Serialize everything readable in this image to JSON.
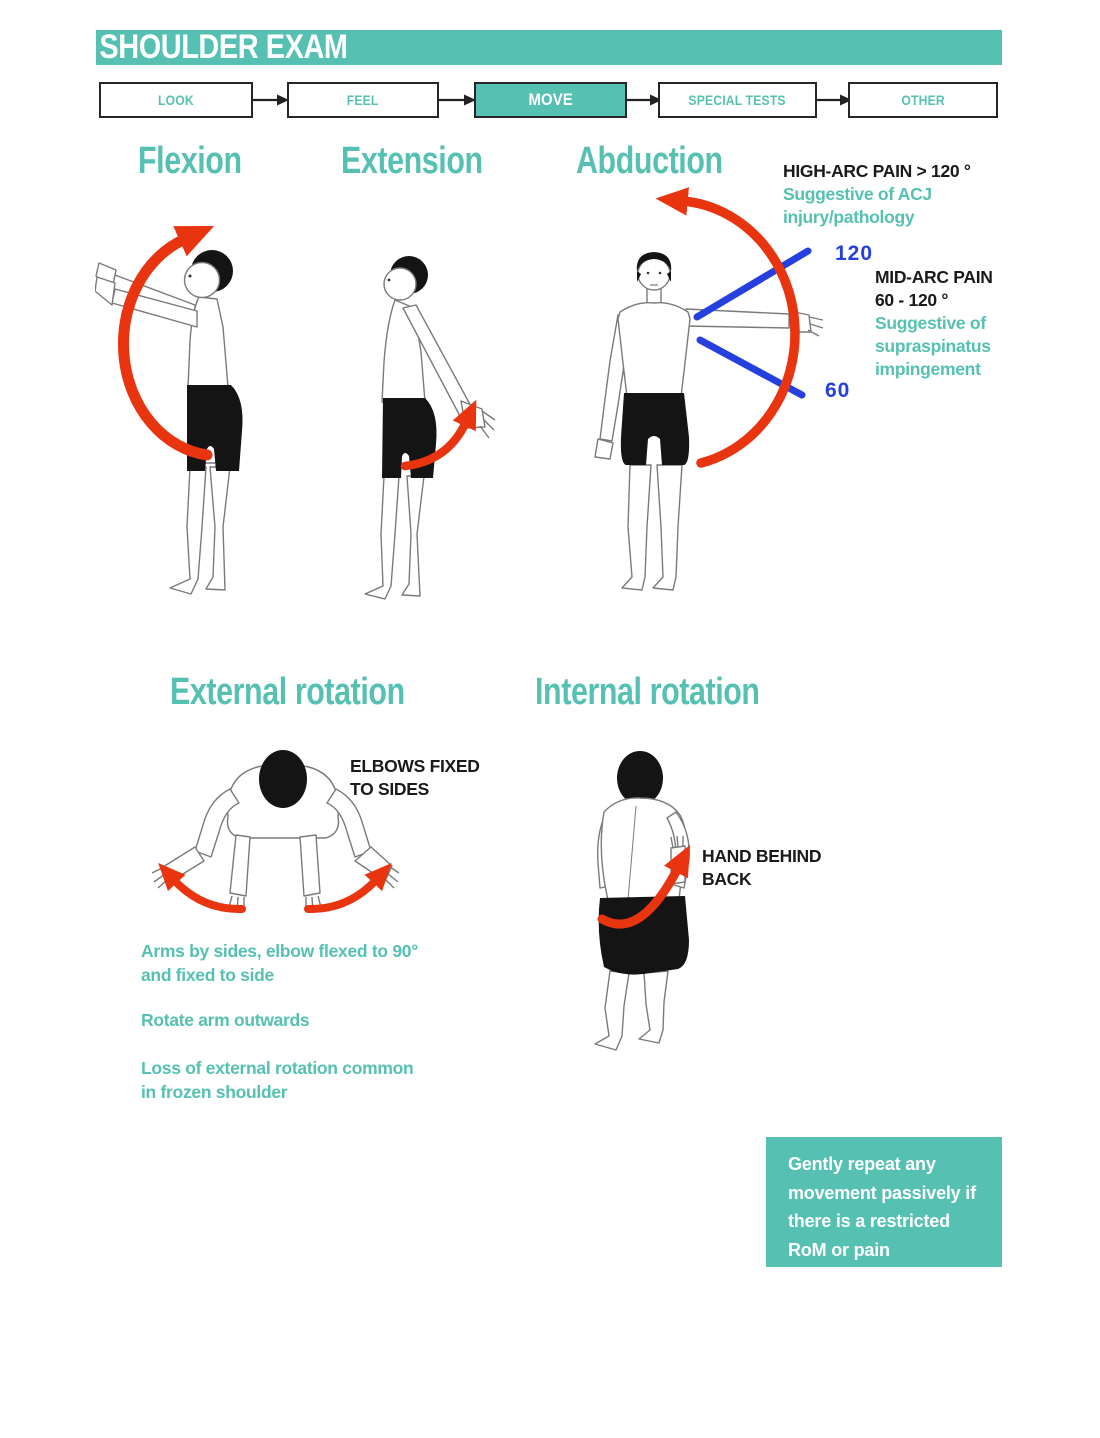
{
  "colors": {
    "teal": "#56C1B2",
    "red": "#E8340F",
    "blue": "#2540DE",
    "ink": "#1A1A1A"
  },
  "header": {
    "title": "SHOULDER EXAM"
  },
  "flow": {
    "active_step": "MOVE",
    "steps": [
      {
        "label": "LOOK"
      },
      {
        "label": "FEEL"
      },
      {
        "label": "MOVE"
      },
      {
        "label": "SPECIAL TESTS"
      },
      {
        "label": "OTHER"
      }
    ]
  },
  "sections": {
    "flexion": {
      "title": "Flexion"
    },
    "extension": {
      "title": "Extension"
    },
    "abduction": {
      "title": "Abduction",
      "high_arc_heading": "HIGH-ARC PAIN > 120 °",
      "high_arc_note_l1": "Suggestive of ACJ",
      "high_arc_note_l2": "injury/pathology",
      "angle_high": "120",
      "mid_arc_heading_l1": "MID-ARC PAIN",
      "mid_arc_heading_l2": "60 - 120 °",
      "mid_arc_note_l1": "Suggestive of",
      "mid_arc_note_l2": "supraspinatus",
      "mid_arc_note_l3": "impingement",
      "angle_low": "60"
    },
    "external_rotation": {
      "title": "External rotation",
      "callout_l1": "ELBOWS FIXED",
      "callout_l2": "TO SIDES",
      "note1_l1": "Arms by sides, elbow flexed to 90°",
      "note1_l2": "and fixed to side",
      "note2": "Rotate arm outwards",
      "note3_l1": "Loss of external rotation common",
      "note3_l2": "in frozen shoulder"
    },
    "internal_rotation": {
      "title": "Internal rotation",
      "callout_l1": "HAND BEHIND",
      "callout_l2": "BACK"
    }
  },
  "footer": {
    "l1": "Gently repeat any",
    "l2": "movement passively if",
    "l3": "there is a restricted",
    "l4": "RoM or pain"
  }
}
